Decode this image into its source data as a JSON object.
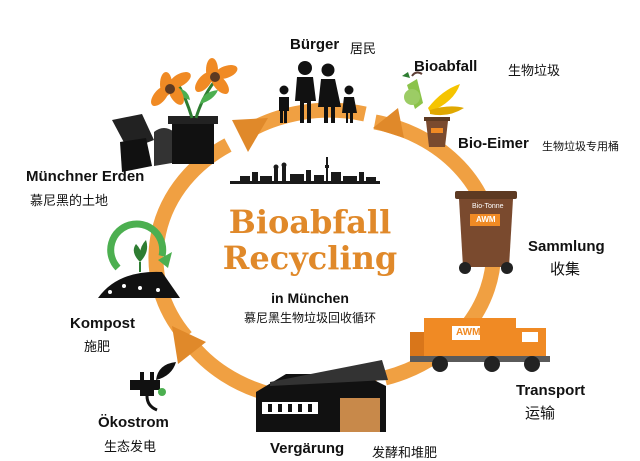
{
  "title": {
    "line1": "Bioabfall",
    "line2": "Recycling",
    "city": "in München",
    "subtitle_zh": "慕尼黑生物垃圾回收循环"
  },
  "colors": {
    "ring": "#F0A042",
    "ring_dark": "#E0892A",
    "text": "#111111",
    "bin": "#7A4A2E",
    "truck": "#F08A24",
    "leaf": "#4CAF50"
  },
  "nodes": [
    {
      "id": "buerger",
      "de": "Bürger",
      "zh": "居民",
      "icon": "family-icon"
    },
    {
      "id": "bioabfall",
      "de": "Bioabfall",
      "zh": "生物垃圾",
      "icon": "organic-waste-icon"
    },
    {
      "id": "bioeimer",
      "de": "Bio-Eimer",
      "zh": "生物垃圾专用桶",
      "icon": "compost-bucket-icon"
    },
    {
      "id": "sammlung",
      "de": "Sammlung",
      "zh": "收集",
      "icon": "bio-bin-icon"
    },
    {
      "id": "transport",
      "de": "Transport",
      "zh": "运输",
      "icon": "garbage-truck-icon"
    },
    {
      "id": "vergaerung",
      "de": "Vergärung",
      "zh": "发酵和堆肥",
      "icon": "factory-icon"
    },
    {
      "id": "oekostrom",
      "de": "Ökostrom",
      "zh": "生态发电",
      "icon": "eco-plug-icon"
    },
    {
      "id": "kompost",
      "de": "Kompost",
      "zh": "施肥",
      "icon": "compost-recycle-icon"
    },
    {
      "id": "erden",
      "de": "Münchner Erden",
      "zh": "慕尼黑的土地",
      "icon": "soil-sacks-icon"
    }
  ],
  "bin_label": "Bio-Tonne",
  "brand": "AWM"
}
